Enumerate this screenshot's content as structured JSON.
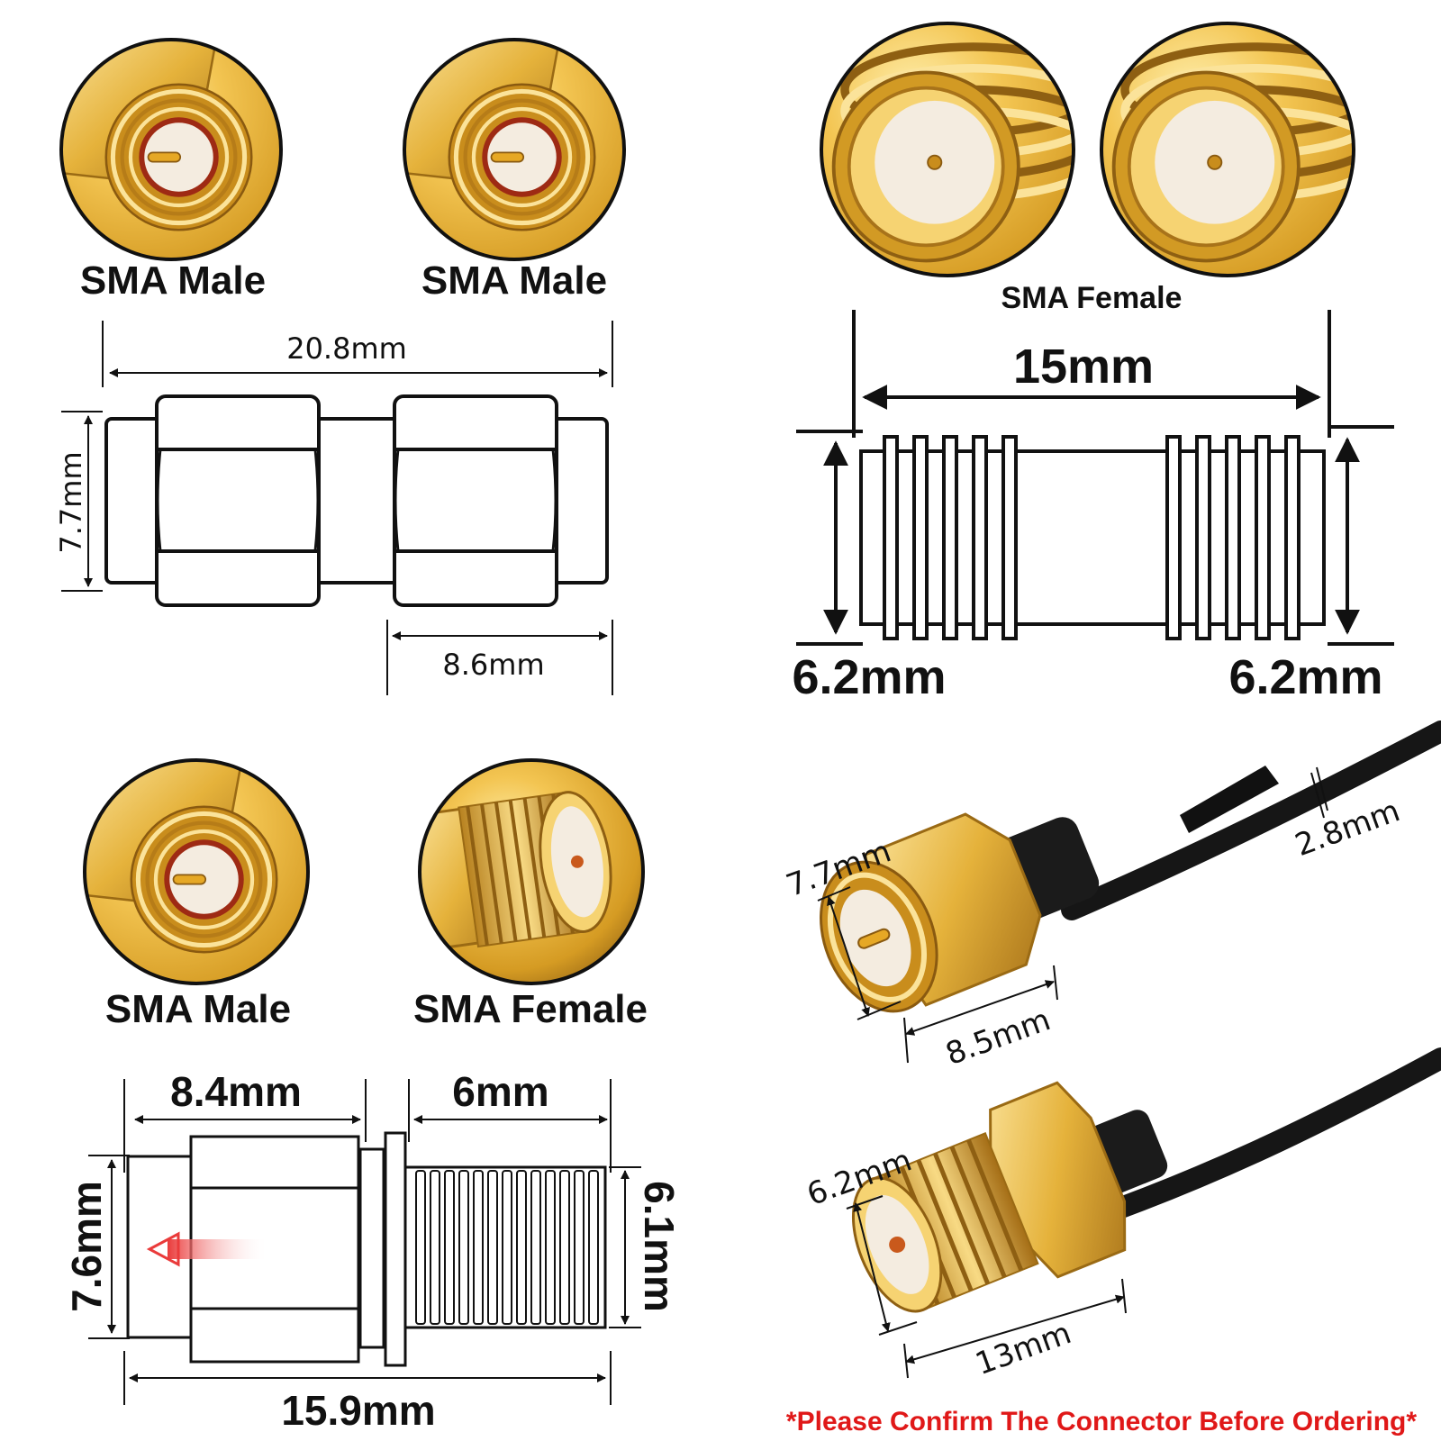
{
  "colors": {
    "gold_light": "#f7d77a",
    "gold": "#e1ac2c",
    "gold_dark": "#a9741a",
    "insulator": "#f4ece0",
    "outline": "#111111",
    "cable": "#161616",
    "warning": "#e01818",
    "arrow_red": "#ea3b3b"
  },
  "icons": [
    "sma-male-photo",
    "sma-female-photo",
    "cable-connector-photo"
  ],
  "panel_male_male": {
    "label_left": "SMA Male",
    "label_right": "SMA Male",
    "dim_length": "20.8mm",
    "dim_height": "7.7mm",
    "dim_hex": "8.6mm"
  },
  "panel_female_female": {
    "label": "SMA Female",
    "dim_length": "15mm",
    "dim_left": "6.2mm",
    "dim_right": "6.2mm"
  },
  "panel_male_female": {
    "label_left": "SMA Male",
    "label_right": "SMA Female",
    "dim_hex": "8.4mm",
    "dim_thread": "6mm",
    "dim_height": "7.6mm",
    "dim_thread_dia": "6.1mm",
    "dim_total": "15.9mm"
  },
  "panel_cable": {
    "male_dia": "7.7mm",
    "male_len": "8.5mm",
    "cable_dia": "2.8mm",
    "female_dia": "6.2mm",
    "female_len": "13mm"
  },
  "footer": {
    "warning": "*Please Confirm The Connector Before Ordering*"
  }
}
